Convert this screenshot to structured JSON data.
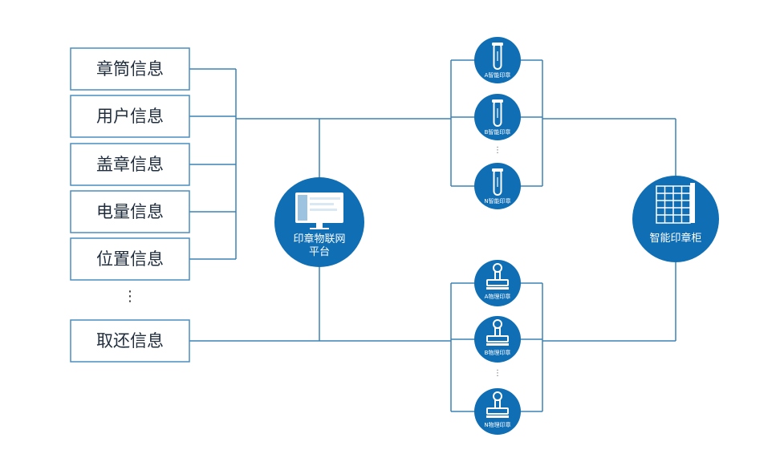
{
  "info_items": [
    "章筒信息",
    "用户信息",
    "盖章信息",
    "电量信息",
    "位置信息"
  ],
  "info_more": "⋮",
  "info_last": "取还信息",
  "platform": {
    "line1": "印章物联网",
    "line2": "平台"
  },
  "smart_seals": [
    "A智能印章",
    "B智能印章",
    "N智能印章"
  ],
  "physical_seals": [
    "A物理印章",
    "B物理印章",
    "N物理印章"
  ],
  "seal_more": "⋮",
  "cabinet": "智能印章柜",
  "colors": {
    "accent": "#0f6eb4",
    "line": "#3b82b5",
    "box_border": "#4a8ec0"
  }
}
